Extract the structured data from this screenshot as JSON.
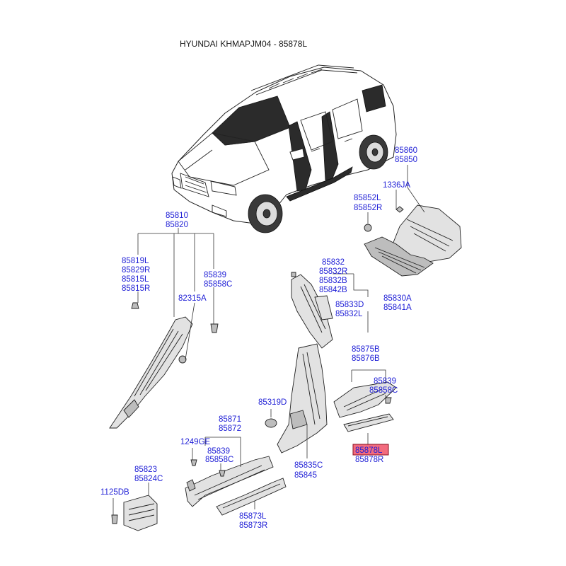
{
  "title": "HYUNDAI KHMAPJM04 - 85878L",
  "highlight_color": "#f36b7e",
  "label_color": "#1f1fd6",
  "labels": {
    "l85860": "85860",
    "l85850": "85850",
    "l1336JA": "1336JA",
    "l85852L": "85852L",
    "l85852R": "85852R",
    "l85810": "85810",
    "l85820": "85820",
    "l85819L": "85819L",
    "l85829R": "85829R",
    "l85815L": "85815L",
    "l85815R": "85815R",
    "l85839a": "85839",
    "l85858Ca": "85858C",
    "l82315A": "82315A",
    "l85832": "85832",
    "l85832R": "85832R",
    "l85832B": "85832B",
    "l85842B": "85842B",
    "l85833D": "85833D",
    "l85832L": "85832L",
    "l85830A": "85830A",
    "l85841A": "85841A",
    "l85875B": "85875B",
    "l85876B": "85876B",
    "l85839b": "85839",
    "l85858Cb": "85858C",
    "l85319D": "85319D",
    "l85871": "85871",
    "l85872": "85872",
    "l1249GE": "1249GE",
    "l85839c": "85839",
    "l85858Cc": "85858C",
    "l85878L": "85878L",
    "l85878R": "85878R",
    "l85835C": "85835C",
    "l85845": "85845",
    "l85823": "85823",
    "l85824C": "85824C",
    "l1125DB": "1125DB",
    "l85873L": "85873L",
    "l85873R": "85873R"
  }
}
